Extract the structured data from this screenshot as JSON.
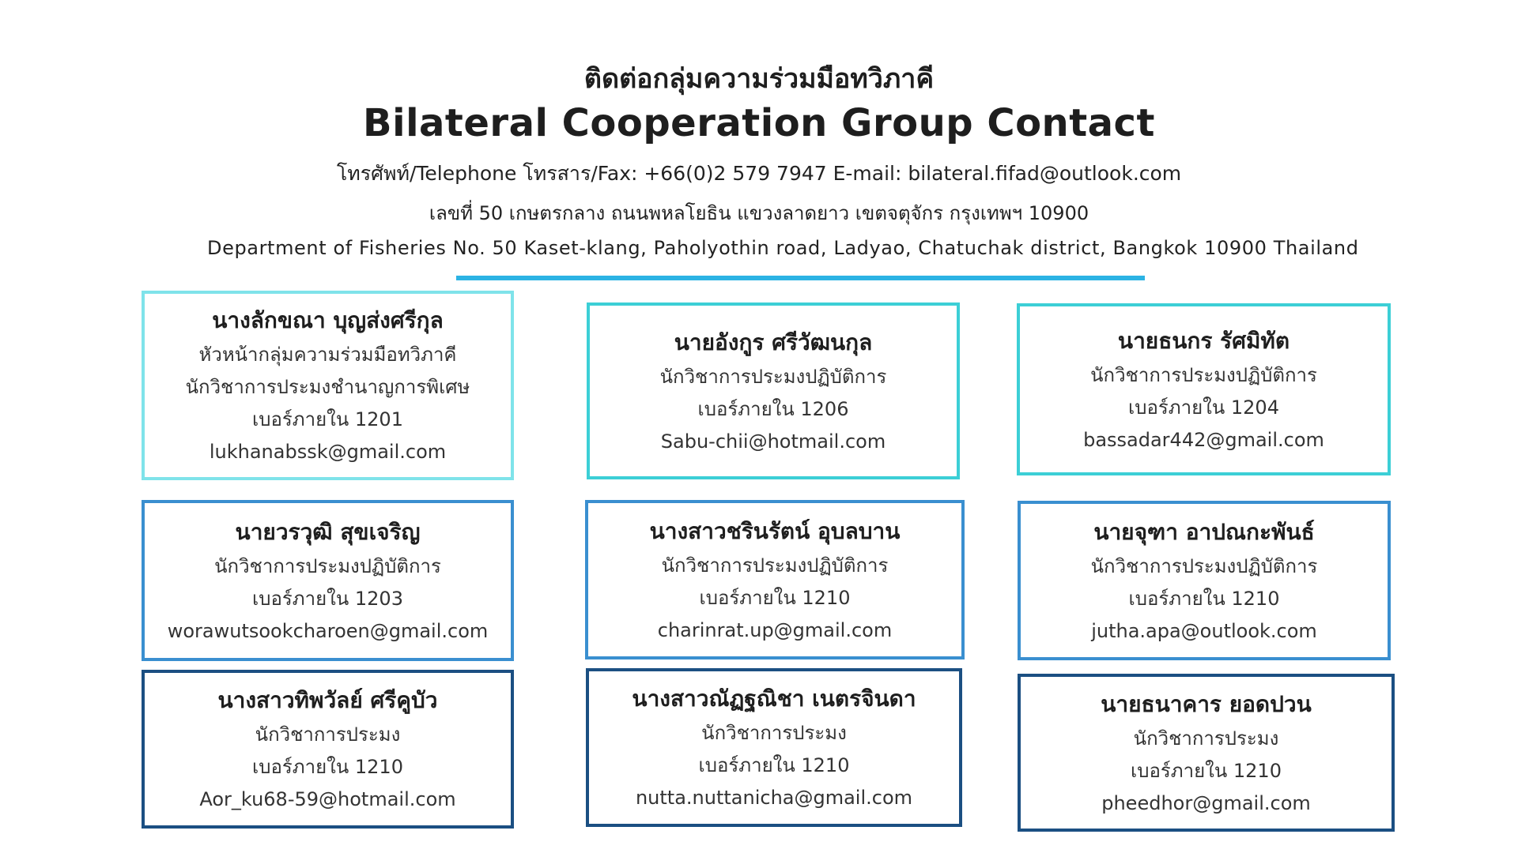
{
  "header": {
    "title_th": "ติดต่อกลุ่มความร่วมมือทวิภาคี",
    "title_en": "Bilateral Cooperation Group Contact",
    "telephone_line": "โทรศัพท์/Telephone โทรสาร/Fax: +66(0)2 579 7947 E-mail: bilateral.fifad@outlook.com",
    "address_th": "เลขที่ 50 เกษตรกลาง ถนนพหลโยธิน แขวงลาดยาว เขตจตุจักร กรุงเทพฯ 10900",
    "address_en": "Department of Fisheries No. 50 Kaset-klang, Paholyothin road, Ladyao, Chatuchak district, Bangkok 10900 Thailand"
  },
  "colors": {
    "divider": "#2cb3e4",
    "row1_left": "#7fe3ea",
    "row1": "#3ccfd6",
    "row2": "#3a8fd0",
    "row3": "#1b4f82"
  },
  "contacts": [
    {
      "name": "นางลักขณา บุญส่งศรีกุล",
      "position": "หัวหน้ากลุ่มความร่วมมือทวิภาคี",
      "title": "นักวิชาการประมงชำนาญการพิเศษ",
      "ext": "เบอร์ภายใน  1201",
      "email": "lukhanabssk@gmail.com"
    },
    {
      "name": "นายอังกูร ศรีวัฒนกุล",
      "title": "นักวิชาการประมงปฏิบัติการ",
      "ext": "เบอร์ภายใน  1206",
      "email": "Sabu-chii@hotmail.com"
    },
    {
      "name": "นายธนกร รัศมิทัต",
      "title": "นักวิชาการประมงปฏิบัติการ",
      "ext": "เบอร์ภายใน  1204",
      "email": "bassadar442@gmail.com"
    },
    {
      "name": "นายวรวุฒิ สุขเจริญ",
      "title": "นักวิชาการประมงปฏิบัติการ",
      "ext": "เบอร์ภายใน  1203",
      "email": "worawutsookcharoen@gmail.com"
    },
    {
      "name": "นางสาวชรินรัตน์ อุบลบาน",
      "title": "นักวิชาการประมงปฏิบัติการ",
      "ext": "เบอร์ภายใน  1210",
      "email": "charinrat.up@gmail.com"
    },
    {
      "name": "นายจุฑา อาปณกะพันธ์",
      "title": "นักวิชาการประมงปฏิบัติการ",
      "ext": "เบอร์ภายใน  1210",
      "email": "jutha.apa@outlook.com"
    },
    {
      "name": "นางสาวทิพวัลย์ ศรีคูบัว",
      "title": "นักวิชาการประมง",
      "ext": "เบอร์ภายใน  1210",
      "email": "Aor_ku68-59@hotmail.com"
    },
    {
      "name": "นางสาวณัฏฐณิชา เนตรจินดา",
      "title": "นักวิชาการประมง",
      "ext": "เบอร์ภายใน  1210",
      "email": "nutta.nuttanicha@gmail.com"
    },
    {
      "name": "นายธนาคาร ยอดปวน",
      "title": "นักวิชาการประมง",
      "ext": "เบอร์ภายใน  1210",
      "email": "pheedhor@gmail.com"
    }
  ]
}
